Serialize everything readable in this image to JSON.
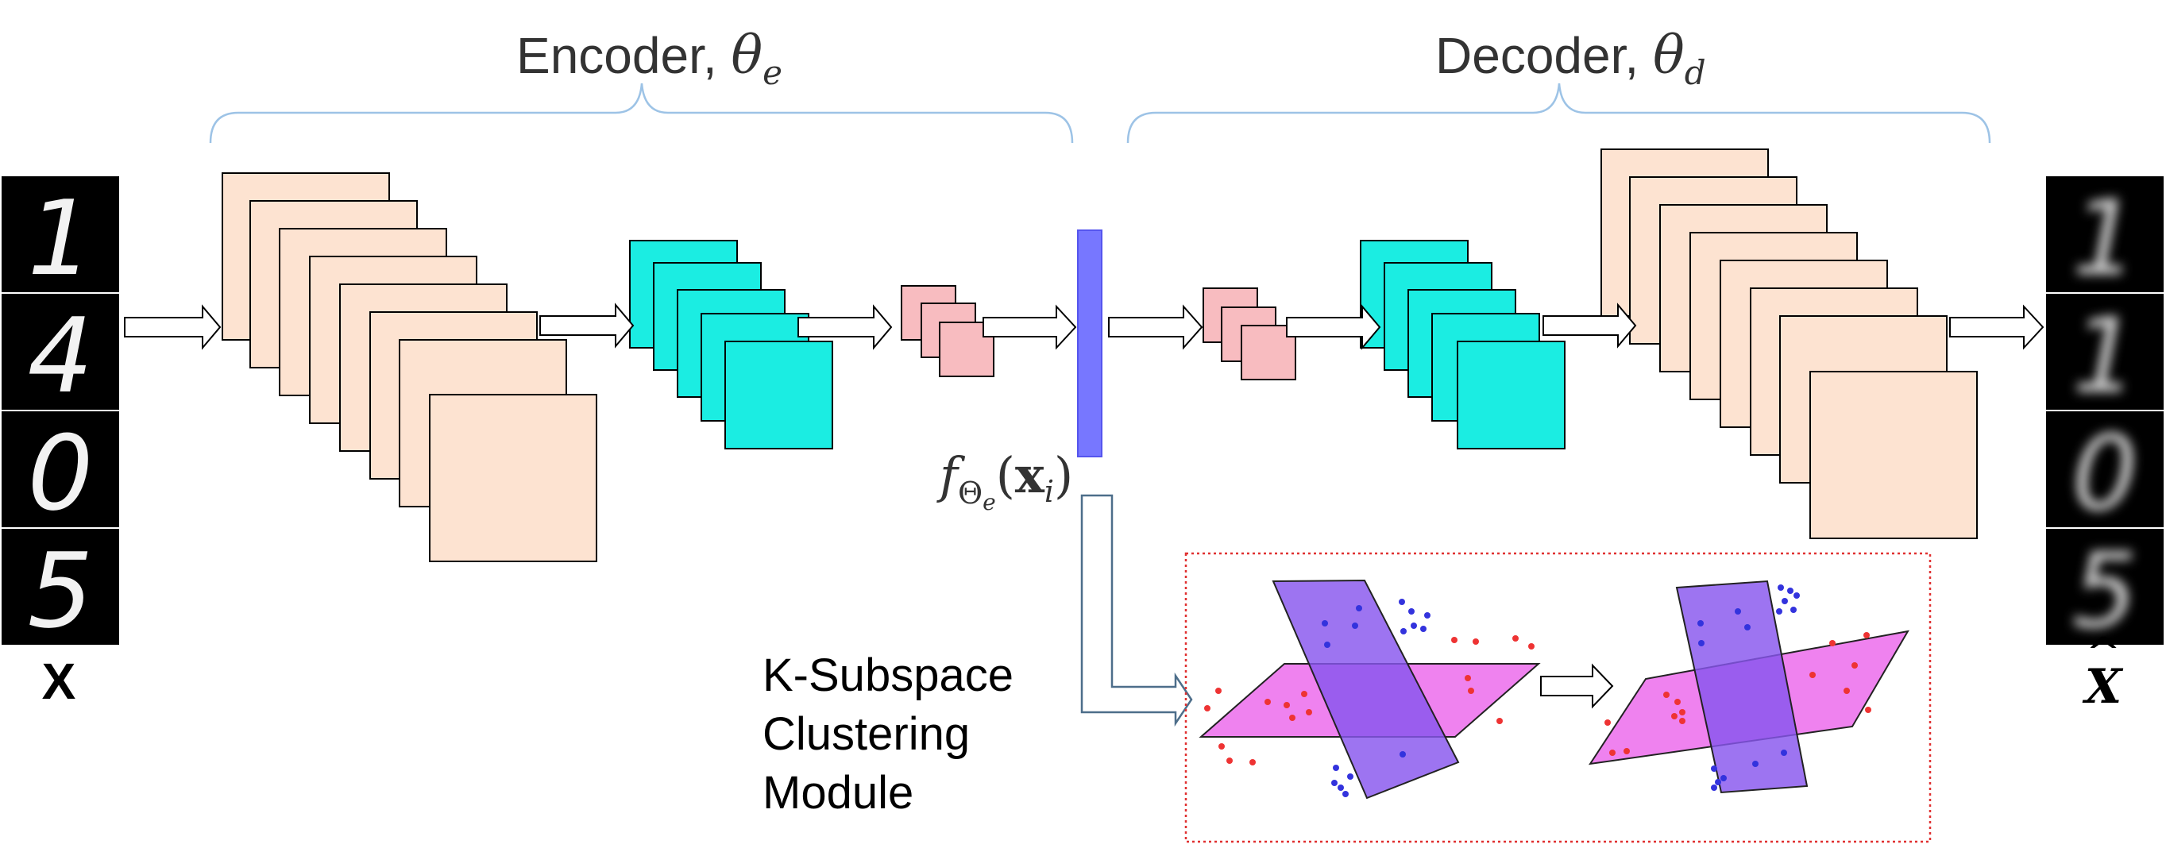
{
  "encoder": {
    "label": "Encoder, ",
    "symbol": "θ",
    "subscript": "e"
  },
  "decoder": {
    "label": "Decoder, ",
    "symbol": "θ",
    "subscript": "d"
  },
  "input": {
    "digits": [
      "1",
      "4",
      "0",
      "5"
    ],
    "label": "X"
  },
  "output": {
    "digits": [
      "1",
      "1",
      "0",
      "5"
    ],
    "label": "X",
    "hat": "^"
  },
  "latent": {
    "f": "f",
    "sub": "Θ",
    "subsub": "e",
    "arg_open": "(",
    "x": "x",
    "xsub": "i",
    "arg_close": ")"
  },
  "module": {
    "lines": [
      "K-Subspace",
      "Clustering",
      "Module"
    ]
  },
  "colors": {
    "peach": "#fde3d1",
    "cyan": "#1bede2",
    "pink": "#f8bcc0",
    "latent": "#7777ff",
    "plane_magenta": "#ee77ee",
    "plane_purple": "#8855ee",
    "brace": "#9dc3e6",
    "dots_red": "#ee3333",
    "dots_blue": "#3333dd",
    "frame_red": "#e03030"
  }
}
